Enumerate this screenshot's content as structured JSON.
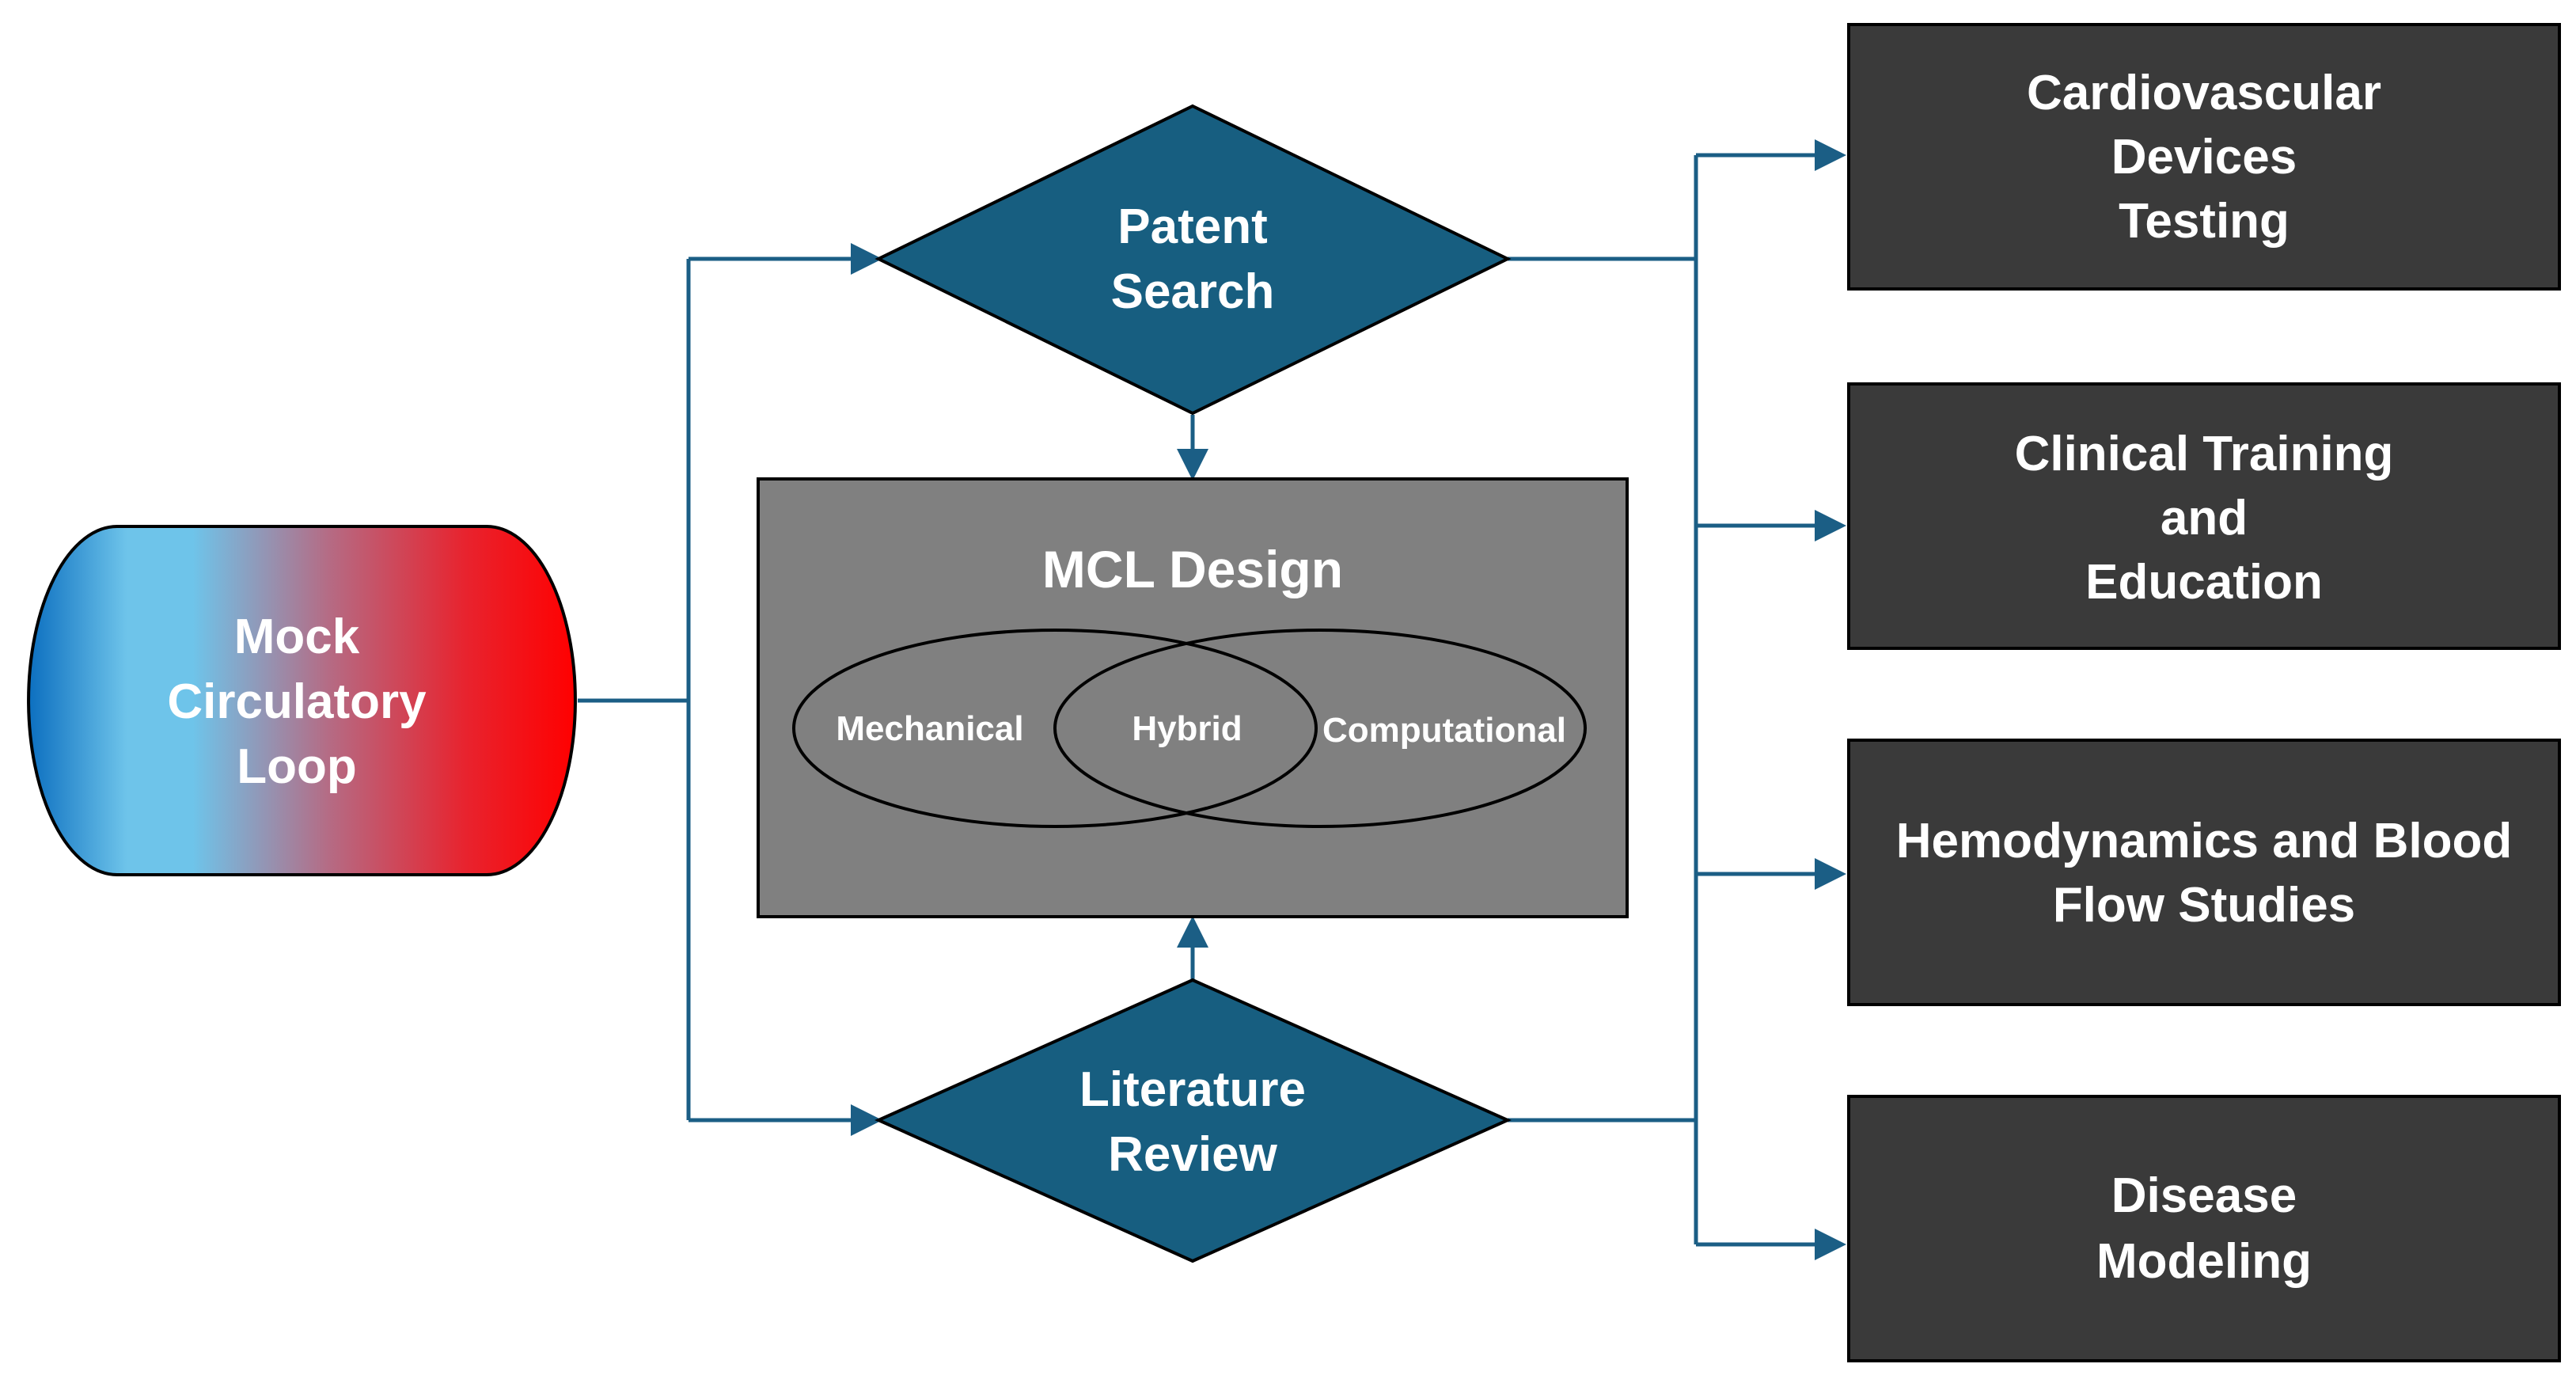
{
  "source_node": {
    "lines": [
      "Mock",
      "Circulatory",
      "Loop"
    ]
  },
  "patent_search": {
    "lines": [
      "Patent",
      "Search"
    ]
  },
  "literature_review": {
    "lines": [
      "Literature",
      "Review"
    ]
  },
  "mcl_design": {
    "title": "MCL Design",
    "categories": {
      "left": "Mechanical",
      "overlap": "Hybrid",
      "right": "Computational"
    }
  },
  "applications": [
    {
      "lines": [
        "Cardiovascular",
        "Devices",
        "Testing"
      ]
    },
    {
      "lines": [
        "Clinical Training",
        "and",
        "Education"
      ]
    },
    {
      "lines": [
        "Hemodynamics and Blood",
        "Flow Studies"
      ]
    },
    {
      "lines": [
        "Disease",
        "Modeling"
      ]
    }
  ],
  "colors": {
    "diamond_fill": "#175e80",
    "design_box_fill": "#808080",
    "application_box_fill": "#3a3a3a",
    "connector": "#1b5e85",
    "gradient_blue": "#0c6fc0",
    "gradient_light_blue": "#6ec4ea",
    "gradient_red": "#ff0000"
  }
}
